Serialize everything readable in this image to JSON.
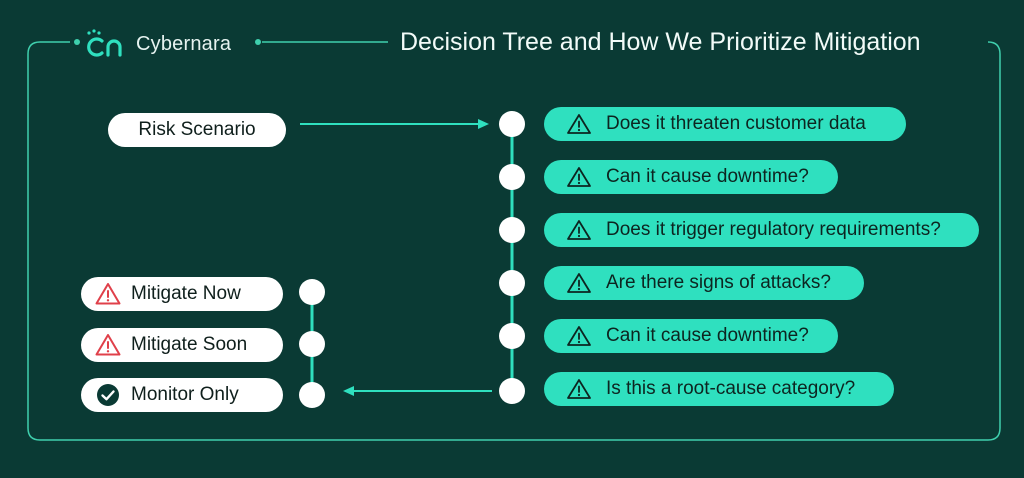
{
  "brand": {
    "name": "Cybernara"
  },
  "title": "Decision Tree and How We Prioritize Mitigation",
  "start": {
    "label": "Risk Scenario"
  },
  "questions": [
    {
      "label": "Does it threaten customer data",
      "icon": "warning-triangle-icon"
    },
    {
      "label": "Can it cause downtime?",
      "icon": "warning-triangle-icon"
    },
    {
      "label": "Does it trigger regulatory requirements?",
      "icon": "warning-triangle-icon"
    },
    {
      "label": "Are there signs of attacks?",
      "icon": "warning-triangle-icon"
    },
    {
      "label": "Can it cause downtime?",
      "icon": "warning-triangle-icon"
    },
    {
      "label": "Is this a root-cause category?",
      "icon": "warning-triangle-icon"
    }
  ],
  "outcomes": [
    {
      "label": "Mitigate Now",
      "icon": "warning-triangle-red-icon"
    },
    {
      "label": "Mitigate Soon",
      "icon": "warning-triangle-red-icon"
    },
    {
      "label": "Monitor Only",
      "icon": "check-circle-icon"
    }
  ],
  "colors": {
    "background": "#0a3a34",
    "accent": "#2fe0bf",
    "frame": "#3fcfad",
    "warning_red": "#e0404a",
    "text_dark": "#0f1f1c"
  }
}
